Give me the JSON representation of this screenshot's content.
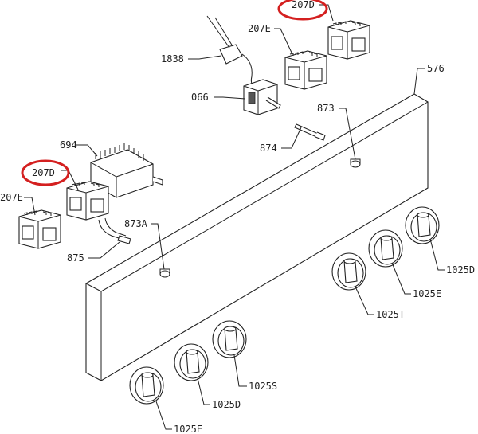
{
  "labels": {
    "p207D_top": "207D",
    "p207E_top": "207E",
    "p1838": "1838",
    "p066": "066",
    "p576": "576",
    "p873": "873",
    "p874": "874",
    "p694": "694",
    "p207D_left": "207D",
    "p207E_left": "207E",
    "p873A": "873A",
    "p875": "875",
    "p1025D_right": "1025D",
    "p1025E_right": "1025E",
    "p1025T": "1025T",
    "p1025S": "1025S",
    "p1025D_bottom": "1025D",
    "p1025E_bottom": "1025E"
  },
  "highlight_color": "#d42020"
}
